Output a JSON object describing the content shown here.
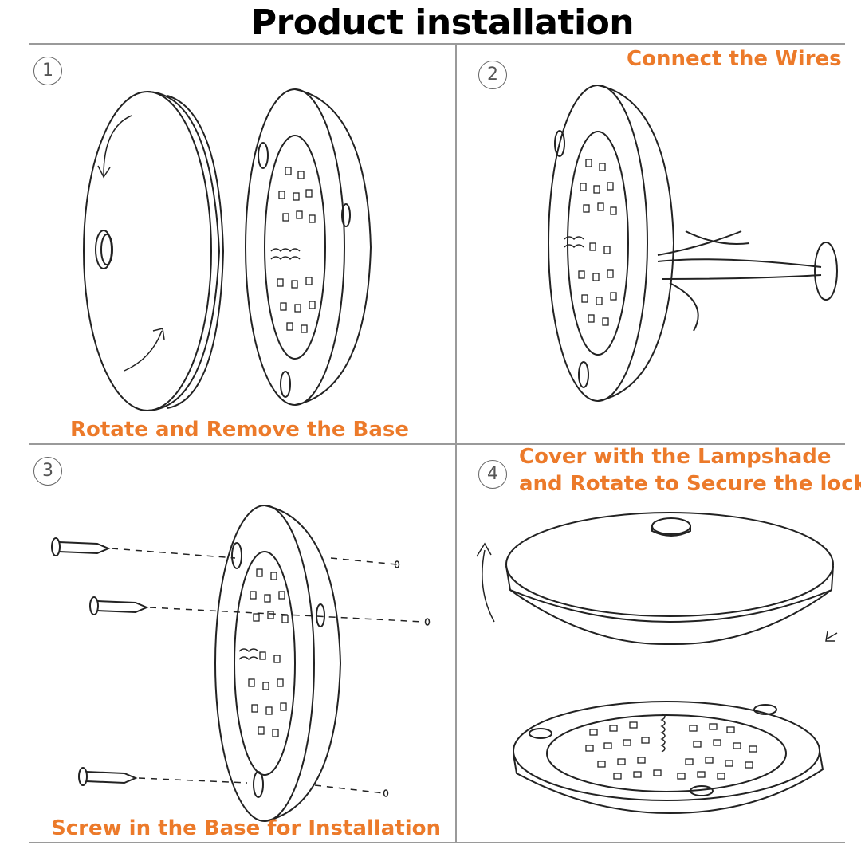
{
  "title": "Product installation",
  "steps": [
    {
      "number": "1",
      "caption": "Rotate and Remove the Base"
    },
    {
      "number": "2",
      "caption": "Connect the Wires"
    },
    {
      "number": "3",
      "caption": "Screw in the Base for Installation"
    },
    {
      "number": "4",
      "caption_line1": "Cover with the Lampshade",
      "caption_line2": "and Rotate to Secure the lock"
    }
  ],
  "colors": {
    "caption": "#ec7a2a",
    "title": "#000000",
    "lines": "#9a9a9a",
    "drawing": "#222222"
  }
}
